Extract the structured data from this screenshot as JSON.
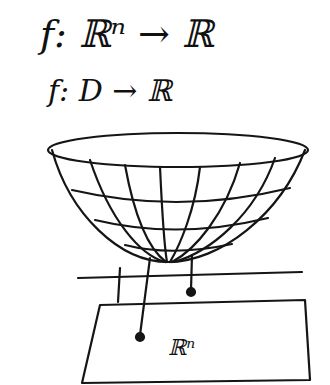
{
  "diagram": {
    "labels": [
      "f: ℝⁿ → ℝ",
      "f: D → ℝ",
      "ℝⁿ"
    ]
  }
}
